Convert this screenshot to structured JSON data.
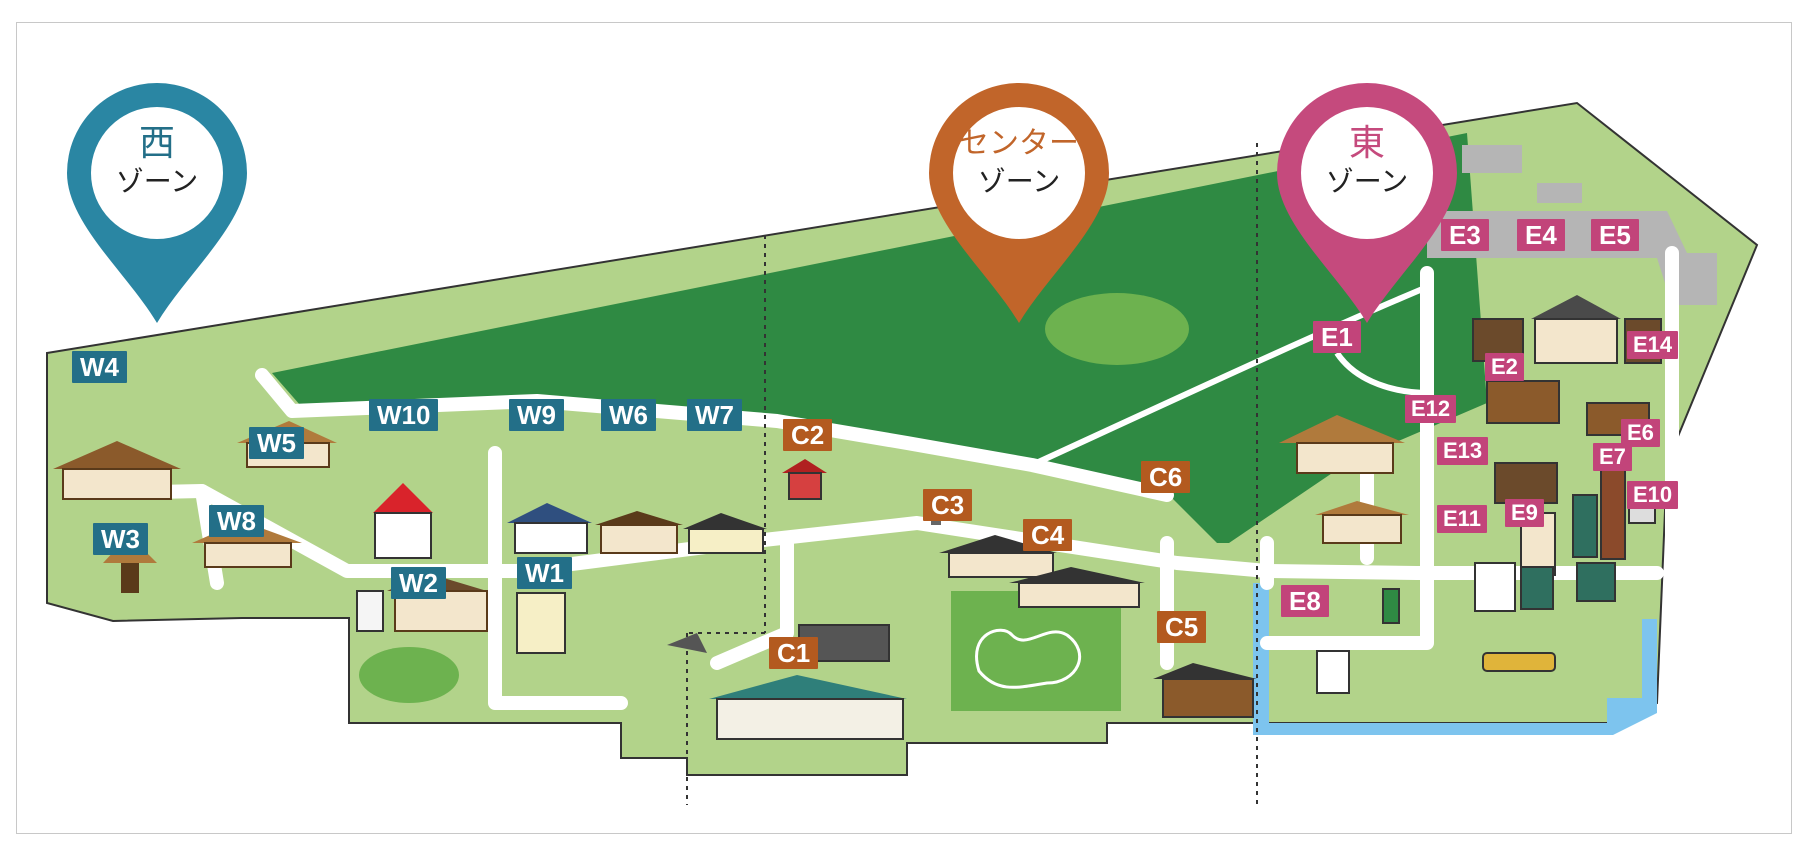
{
  "zones": {
    "west": {
      "line1": "西",
      "line2": "ゾーン",
      "color": "#2a86a3"
    },
    "center": {
      "line1": "センター",
      "line2": "ゾーン",
      "color": "#c1652a"
    },
    "east": {
      "line1": "東",
      "line2": "ゾーン",
      "color": "#c54a7d"
    }
  },
  "colors": {
    "forest": "#2f8a43",
    "grass": "#b2d38a",
    "light_green": "#6db24f",
    "path": "#ffffff",
    "water": "#7dc4ee",
    "pavement": "#b5b5b5",
    "west_tag": "#236f88",
    "center_tag": "#b35a1f",
    "east_tag": "#c2447a"
  },
  "labels": {
    "W1": "W1",
    "W2": "W2",
    "W3": "W3",
    "W4": "W4",
    "W5": "W5",
    "W6": "W6",
    "W7": "W7",
    "W8": "W8",
    "W9": "W9",
    "W10": "W10",
    "C1": "C1",
    "C2": "C2",
    "C3": "C3",
    "C4": "C4",
    "C5": "C5",
    "C6": "C6",
    "E1": "E1",
    "E2": "E2",
    "E3": "E3",
    "E4": "E4",
    "E5": "E5",
    "E6": "E6",
    "E7": "E7",
    "E8": "E8",
    "E9": "E9",
    "E10": "E10",
    "E11": "E11",
    "E12": "E12",
    "E13": "E13",
    "E14": "E14"
  }
}
